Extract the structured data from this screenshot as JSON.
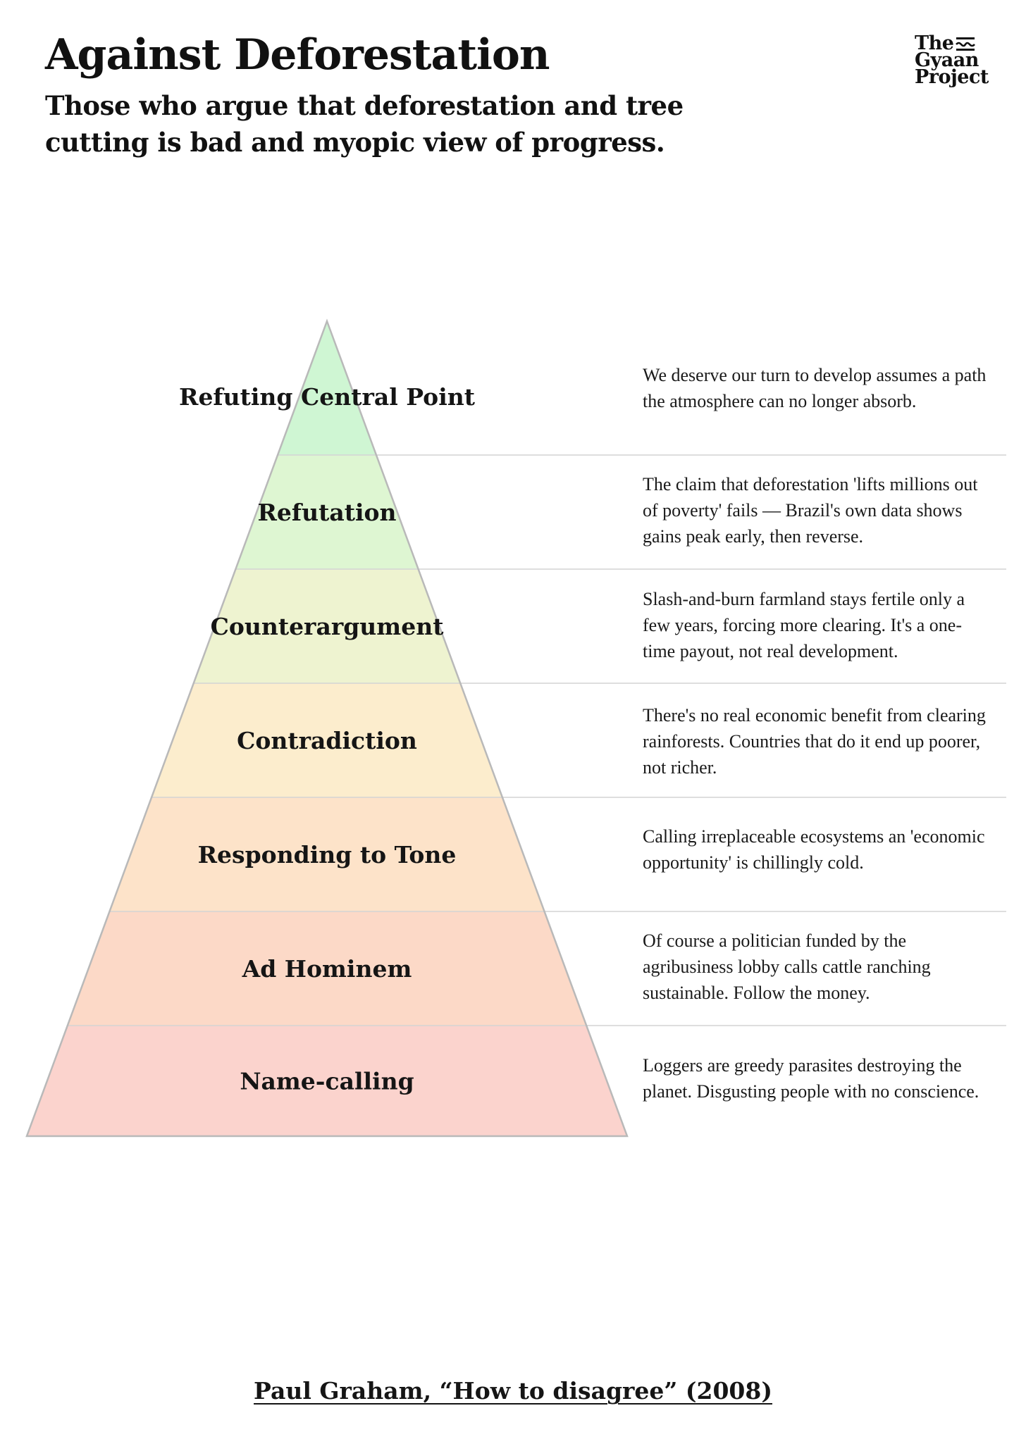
{
  "header": {
    "title": "Against Deforestation",
    "subtitle": "Those who argue that deforestation and tree cutting is bad and myopic view of progress.",
    "logo_lines": [
      "The",
      "Gyaan",
      "Project"
    ]
  },
  "pyramid": {
    "levels": [
      {
        "label": "Refuting Central Point",
        "example": "We deserve our turn to develop assumes a path the atmosphere can no longer absorb.",
        "color": "#cff6d3"
      },
      {
        "label": "Refutation",
        "example": "The claim that deforestation 'lifts millions out of poverty' fails — Brazil's own data shows gains peak early, then reverse.",
        "color": "#def6d2"
      },
      {
        "label": "Counterargument",
        "example": "Slash-and-burn farmland stays fertile only a few years, forcing more clearing. It's a one-time payout, not real development.",
        "color": "#eef3d0"
      },
      {
        "label": "Contradiction",
        "example": "There's no real economic benefit from clearing rainforests. Countries that do it end up poorer, not richer.",
        "color": "#fcedcd"
      },
      {
        "label": "Responding to Tone",
        "example": "Calling irreplaceable ecosystems an 'economic opportunity' is chillingly cold.",
        "color": "#fde3c9"
      },
      {
        "label": "Ad Hominem",
        "example": "Of course a politician funded by the agribusiness lobby calls cattle ranching sustainable. Follow the money.",
        "color": "#fcd9c7"
      },
      {
        "label": "Name-calling",
        "example": "Loggers are greedy parasites destroying the planet. Disgusting people with no conscience.",
        "color": "#fbd3cd"
      }
    ],
    "outline_color": "#b9b9b9",
    "divider_color": "#d4d4d4"
  },
  "footer": {
    "citation": "Paul Graham, “How to disagree” (2008)"
  }
}
